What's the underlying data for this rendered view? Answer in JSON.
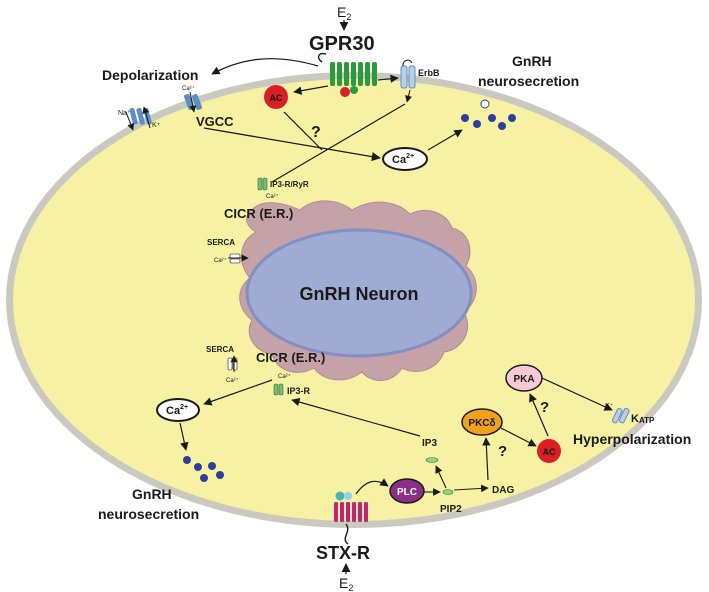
{
  "labels": {
    "e2_top": "E",
    "e2_top_sub": "2",
    "gpr30": "GPR30",
    "depolarization": "Depolarization",
    "ca_small_top": "Ca²⁺",
    "erbb": "ErbB",
    "gnrh_top_1": "GnRH",
    "gnrh_top_2": "neurosecretion",
    "na": "Na⁺",
    "k_left": "K⁺",
    "vgcc": "VGCC",
    "ac_top": "AC",
    "question_top": "?",
    "ca2_center": "Ca",
    "ca2_center_sup": "2+",
    "ip3r_ryr": "IP3-R/RyR",
    "ca_small_er": "Ca²⁺",
    "cicr_top": "CICR (E.R.)",
    "serca_top": "SERCA",
    "ca_small_serca_top": "Ca²⁺",
    "nucleus": "GnRH Neuron",
    "serca_bottom": "SERCA",
    "ca_small_serca_bottom": "Ca²⁺",
    "cicr_bottom": "CICR (E.R.)",
    "ca_small_cicr_bottom": "Ca²⁺",
    "ip3r": "IP3-R",
    "ca2_left": "Ca",
    "ca2_left_sup": "2+",
    "pka": "PKA",
    "question_pka": "?",
    "k_right": "K⁺",
    "katp": "K",
    "katp_sub": "ATP",
    "pkc": "PKCδ",
    "hyperpolarization": "Hyperpolarization",
    "ip3": "IP3",
    "question_pkc": "?",
    "ac_bottom": "AC",
    "plc": "PLC",
    "dag": "DAG",
    "pip2": "PIP2",
    "gnrh_bottom_1": "GnRH",
    "gnrh_bottom_2": "neurosecretion",
    "stxr": "STX-R",
    "e2_bottom": "E",
    "e2_bottom_sub": "2"
  },
  "colors": {
    "cytoplasm": "#f7f1a4",
    "membrane": "#c9c9c0",
    "er": "#c4a2a8",
    "nucleus": "#9fabd2",
    "vesicle": "#2b3f9a",
    "ac": "#d81f26",
    "gpcr_gpr30": "#2a9a3c",
    "gpcr_stxr": "#c0247a",
    "pkc": "#f0a21c",
    "pka": "#f7c9d5",
    "plc": "#8d2f86",
    "channel": "#5b8fc4"
  }
}
